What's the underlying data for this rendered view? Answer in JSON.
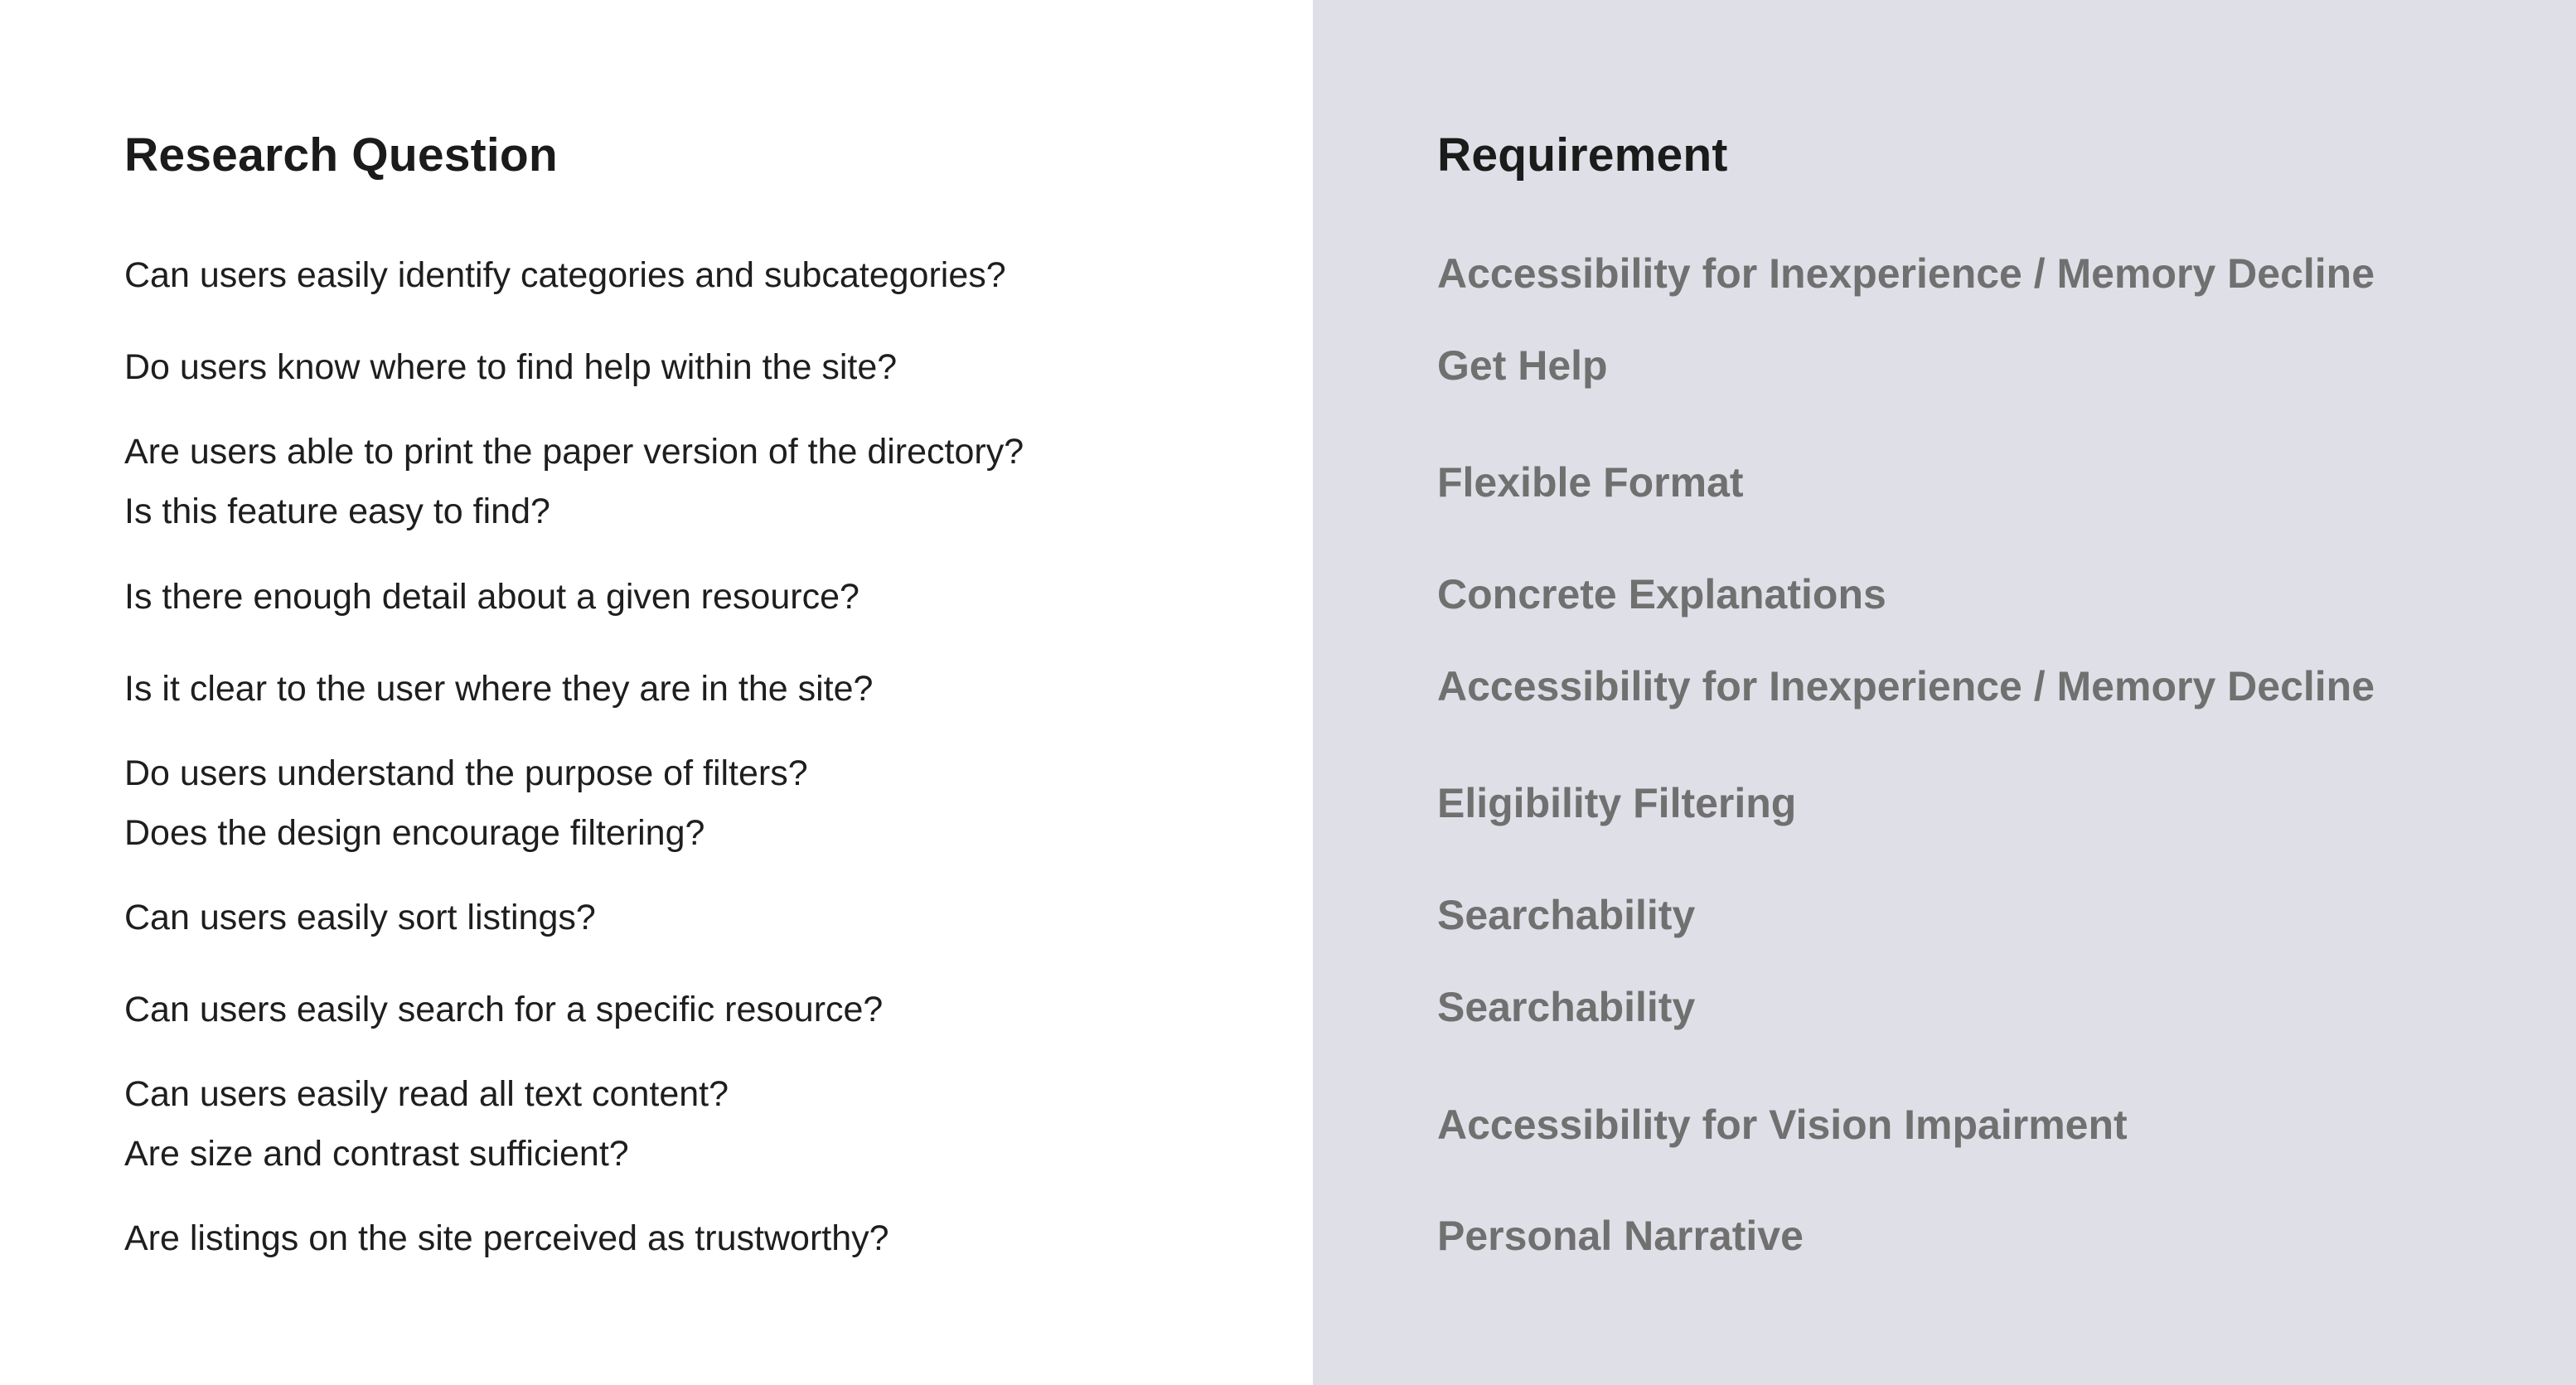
{
  "left": {
    "heading": "Research Question",
    "questions": [
      {
        "lines": [
          "Can users easily identify categories and subcategories?"
        ]
      },
      {
        "lines": [
          "Do users know where to find help within the site?"
        ]
      },
      {
        "lines": [
          "Are users able to print the paper version of the directory?",
          "Is this feature easy to find?"
        ]
      },
      {
        "lines": [
          "Is there enough detail about a given resource?"
        ]
      },
      {
        "lines": [
          "Is it clear to the user where they are in the site?"
        ]
      },
      {
        "lines": [
          "Do users understand the purpose of filters?",
          "Does the design encourage filtering?"
        ]
      },
      {
        "lines": [
          "Can users easily sort listings?"
        ]
      },
      {
        "lines": [
          "Can users easily search for a specific resource?"
        ]
      },
      {
        "lines": [
          "Can users easily read all text content?",
          "Are size and contrast sufficient?"
        ]
      },
      {
        "lines": [
          "Are listings on the site perceived as trustworthy?"
        ]
      }
    ]
  },
  "right": {
    "heading": "Requirement",
    "requirements": [
      "Accessibility for Inexperience / Memory Decline",
      "Get Help",
      "Flexible Format",
      "Concrete Explanations",
      "Accessibility for Inexperience / Memory Decline",
      "Eligibility Filtering",
      "Searchability",
      "Searchability",
      "Accessibility for Vision Impairment",
      "Personal Narrative"
    ]
  },
  "colors": {
    "left_background": "#ffffff",
    "right_background": "#dfe0e7",
    "heading_text": "#1b1b1b",
    "question_text": "#1e1e1e",
    "requirement_text": "#707070"
  }
}
